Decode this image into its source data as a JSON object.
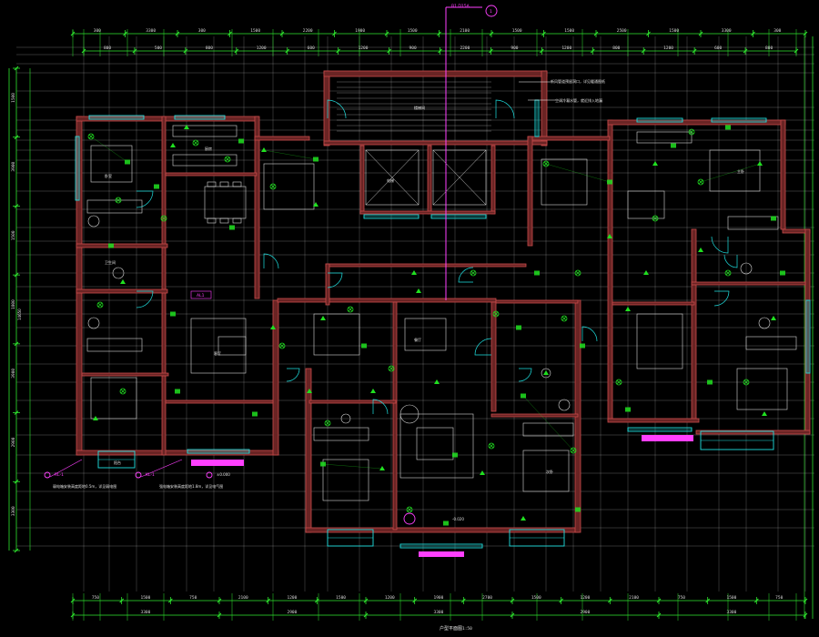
{
  "colors": {
    "background": "#000000",
    "wall": "#c84a4a",
    "wall_fill": "#6a2424",
    "grid": "#ffffff",
    "dimension": "#2fe82f",
    "window": "#1ee0e0",
    "furniture": "#d8d8d8",
    "device": "#20e020",
    "annotation": "#ff40ff",
    "text": "#e6e6e6"
  },
  "drawing": {
    "title": "户型平面图",
    "scale": "1:50",
    "section_tag": "B1 D15A",
    "section_id": "1"
  },
  "dimensions": {
    "top_row_1": [
      "300",
      "3300",
      "300",
      "1500",
      "2200",
      "1900",
      "1500",
      "2100",
      "1500",
      "1500",
      "2500",
      "1500",
      "3300",
      "300"
    ],
    "top_row_2": [
      "800",
      "500",
      "800",
      "1200",
      "600",
      "1200",
      "900",
      "2200",
      "900",
      "1200",
      "800",
      "1200",
      "600",
      "800"
    ],
    "bottom_row_1": [
      "750",
      "1500",
      "750",
      "2100",
      "1200",
      "1500",
      "1200",
      "1900",
      "2700",
      "1500",
      "1200",
      "2100",
      "750",
      "1500",
      "750"
    ],
    "bottom_row_2": [
      "3300",
      "2900",
      "3300",
      "2900",
      "3300"
    ],
    "left_col": [
      "1500",
      "3900",
      "1500",
      "1800",
      "3900",
      "2900",
      "3300"
    ],
    "left_total": "14650"
  },
  "room_labels": [
    "卧室",
    "客厅",
    "厨房",
    "卫生间",
    "餐厅",
    "主卧",
    "次卧",
    "阳台",
    "电梯",
    "楼梯间"
  ],
  "annotations": {
    "note_top_right_1": "新风管道预留洞口，详见暖通图纸",
    "note_top_right_2": "空调冷凝水管，就近排入地漏",
    "note_bottom_left_1": "弱电箱安装高度距地0.5m，详见弱电图",
    "note_bottom_left_2": "强电箱安装高度距地1.8m，详见电气图",
    "tag_bottom_left": "RL-1",
    "tag_bottom_left_2": "KL-1",
    "elevation_mark": "±0.000",
    "elevation_mark_2": "-0.020",
    "callout_code": "AL1"
  }
}
